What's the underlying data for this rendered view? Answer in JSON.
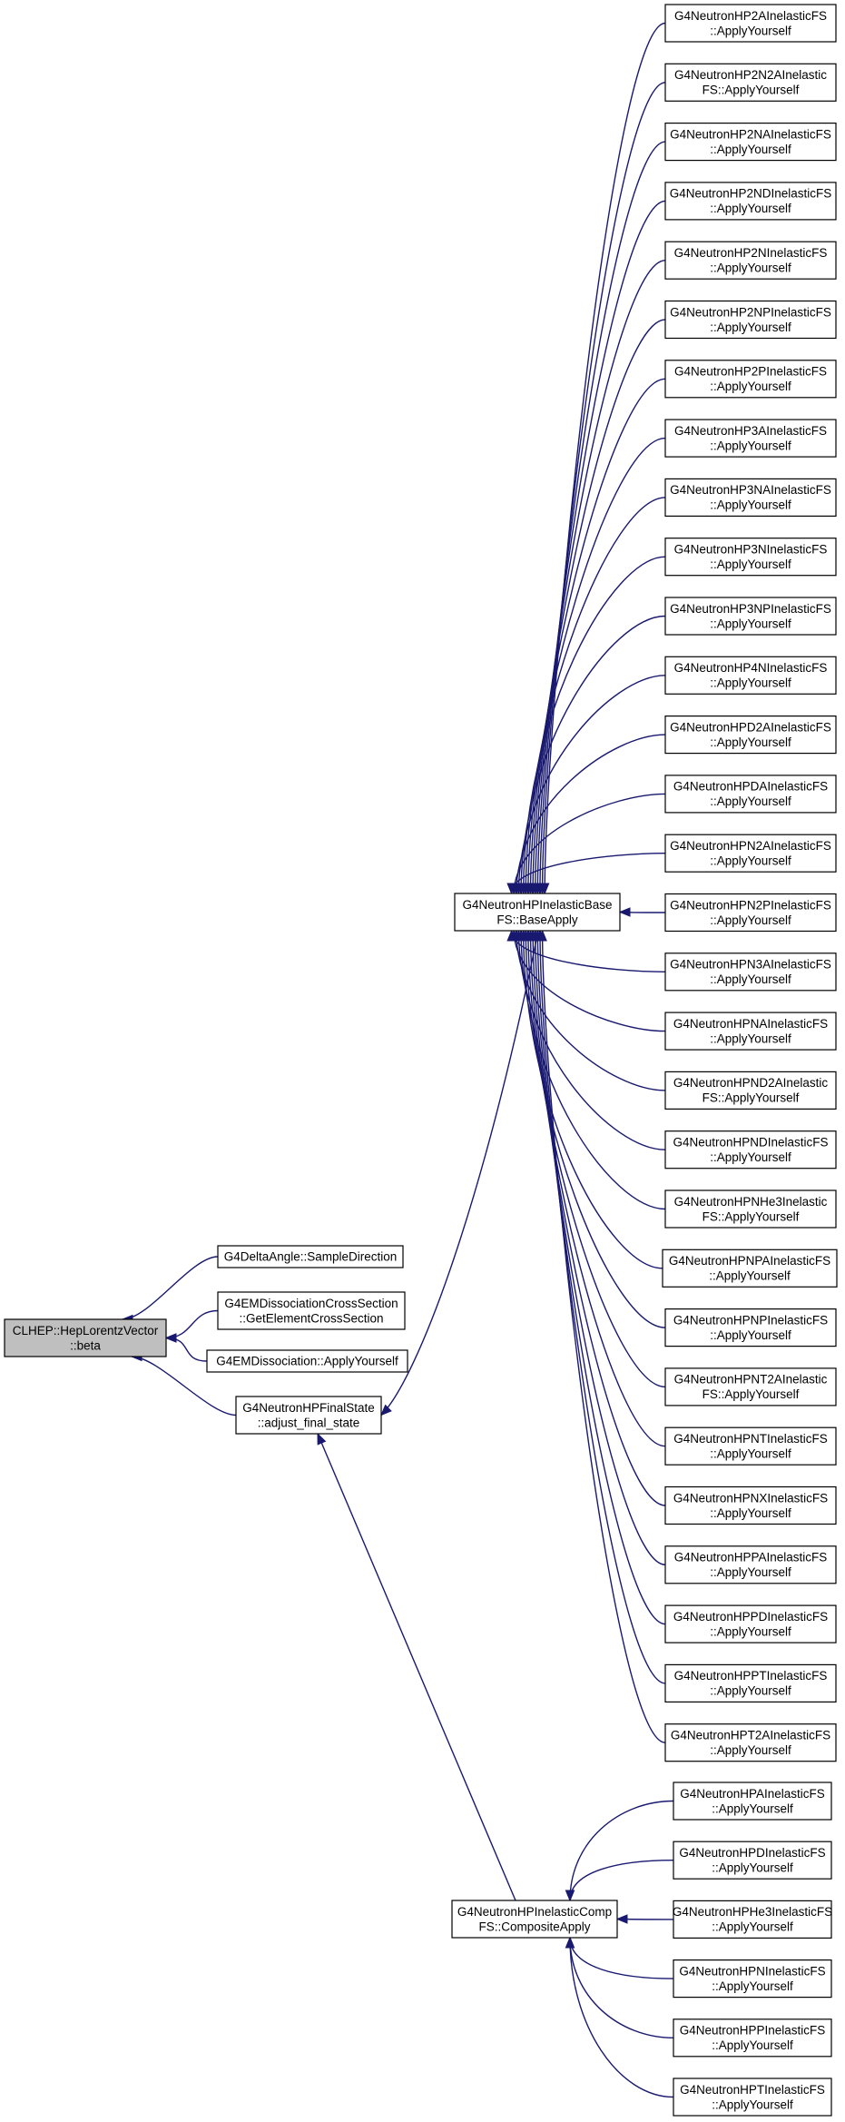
{
  "diagram": {
    "kind": "doxygen caller graph",
    "colors": {
      "edge": "#191970",
      "root_fill": "#bfbfbf",
      "node_fill": "#ffffff",
      "node_border": "#000000"
    },
    "nodes": [
      {
        "id": "root",
        "lines": [
          "CLHEP::HepLorentzVector",
          "::beta"
        ]
      },
      {
        "id": "deltaangle",
        "lines": [
          "G4DeltaAngle::SampleDirection"
        ]
      },
      {
        "id": "emdiss_cs",
        "lines": [
          "G4EMDissociationCrossSection",
          "::GetElementCrossSection"
        ]
      },
      {
        "id": "emdiss",
        "lines": [
          "G4EMDissociation::ApplyYourself"
        ]
      },
      {
        "id": "finalstate",
        "lines": [
          "G4NeutronHPFinalState",
          "::adjust_final_state"
        ]
      },
      {
        "id": "baseapply",
        "lines": [
          "G4NeutronHPInelasticBase",
          "FS::BaseApply"
        ]
      },
      {
        "id": "compapply",
        "lines": [
          "G4NeutronHPInelasticComp",
          "FS::CompositeApply"
        ]
      },
      {
        "id": "r0",
        "lines": [
          "G4NeutronHP2AInelasticFS",
          "::ApplyYourself"
        ]
      },
      {
        "id": "r1",
        "lines": [
          "G4NeutronHP2N2AInelastic",
          "FS::ApplyYourself"
        ]
      },
      {
        "id": "r2",
        "lines": [
          "G4NeutronHP2NAInelasticFS",
          "::ApplyYourself"
        ]
      },
      {
        "id": "r3",
        "lines": [
          "G4NeutronHP2NDInelasticFS",
          "::ApplyYourself"
        ]
      },
      {
        "id": "r4",
        "lines": [
          "G4NeutronHP2NInelasticFS",
          "::ApplyYourself"
        ]
      },
      {
        "id": "r5",
        "lines": [
          "G4NeutronHP2NPInelasticFS",
          "::ApplyYourself"
        ]
      },
      {
        "id": "r6",
        "lines": [
          "G4NeutronHP2PInelasticFS",
          "::ApplyYourself"
        ]
      },
      {
        "id": "r7",
        "lines": [
          "G4NeutronHP3AInelasticFS",
          "::ApplyYourself"
        ]
      },
      {
        "id": "r8",
        "lines": [
          "G4NeutronHP3NAInelasticFS",
          "::ApplyYourself"
        ]
      },
      {
        "id": "r9",
        "lines": [
          "G4NeutronHP3NInelasticFS",
          "::ApplyYourself"
        ]
      },
      {
        "id": "r10",
        "lines": [
          "G4NeutronHP3NPInelasticFS",
          "::ApplyYourself"
        ]
      },
      {
        "id": "r11",
        "lines": [
          "G4NeutronHP4NInelasticFS",
          "::ApplyYourself"
        ]
      },
      {
        "id": "r12",
        "lines": [
          "G4NeutronHPD2AInelasticFS",
          "::ApplyYourself"
        ]
      },
      {
        "id": "r13",
        "lines": [
          "G4NeutronHPDAInelasticFS",
          "::ApplyYourself"
        ]
      },
      {
        "id": "r14",
        "lines": [
          "G4NeutronHPN2AInelasticFS",
          "::ApplyYourself"
        ]
      },
      {
        "id": "r15",
        "lines": [
          "G4NeutronHPN2PInelasticFS",
          "::ApplyYourself"
        ]
      },
      {
        "id": "r16",
        "lines": [
          "G4NeutronHPN3AInelasticFS",
          "::ApplyYourself"
        ]
      },
      {
        "id": "r17",
        "lines": [
          "G4NeutronHPNAInelasticFS",
          "::ApplyYourself"
        ]
      },
      {
        "id": "r18",
        "lines": [
          "G4NeutronHPND2AInelastic",
          "FS::ApplyYourself"
        ]
      },
      {
        "id": "r19",
        "lines": [
          "G4NeutronHPNDInelasticFS",
          "::ApplyYourself"
        ]
      },
      {
        "id": "r20",
        "lines": [
          "G4NeutronHPNHe3Inelastic",
          "FS::ApplyYourself"
        ]
      },
      {
        "id": "r21",
        "lines": [
          "G4NeutronHPNPAInelasticFS",
          "::ApplyYourself"
        ]
      },
      {
        "id": "r22",
        "lines": [
          "G4NeutronHPNPInelasticFS",
          "::ApplyYourself"
        ]
      },
      {
        "id": "r23",
        "lines": [
          "G4NeutronHPNT2AInelastic",
          "FS::ApplyYourself"
        ]
      },
      {
        "id": "r24",
        "lines": [
          "G4NeutronHPNTInelasticFS",
          "::ApplyYourself"
        ]
      },
      {
        "id": "r25",
        "lines": [
          "G4NeutronHPNXInelasticFS",
          "::ApplyYourself"
        ]
      },
      {
        "id": "r26",
        "lines": [
          "G4NeutronHPPAInelasticFS",
          "::ApplyYourself"
        ]
      },
      {
        "id": "r27",
        "lines": [
          "G4NeutronHPPDInelasticFS",
          "::ApplyYourself"
        ]
      },
      {
        "id": "r28",
        "lines": [
          "G4NeutronHPPTInelasticFS",
          "::ApplyYourself"
        ]
      },
      {
        "id": "r29",
        "lines": [
          "G4NeutronHPT2AInelasticFS",
          "::ApplyYourself"
        ]
      },
      {
        "id": "c0",
        "lines": [
          "G4NeutronHPAInelasticFS",
          "::ApplyYourself"
        ]
      },
      {
        "id": "c1",
        "lines": [
          "G4NeutronHPDInelasticFS",
          "::ApplyYourself"
        ]
      },
      {
        "id": "c2",
        "lines": [
          "G4NeutronHPHe3InelasticFS",
          "::ApplyYourself"
        ]
      },
      {
        "id": "c3",
        "lines": [
          "G4NeutronHPNInelasticFS",
          "::ApplyYourself"
        ]
      },
      {
        "id": "c4",
        "lines": [
          "G4NeutronHPPInelasticFS",
          "::ApplyYourself"
        ]
      },
      {
        "id": "c5",
        "lines": [
          "G4NeutronHPTInelasticFS",
          "::ApplyYourself"
        ]
      }
    ],
    "edges": [
      {
        "from": "deltaangle",
        "to": "root"
      },
      {
        "from": "emdiss_cs",
        "to": "root"
      },
      {
        "from": "emdiss",
        "to": "root"
      },
      {
        "from": "finalstate",
        "to": "root"
      },
      {
        "from": "baseapply",
        "to": "finalstate"
      },
      {
        "from": "compapply",
        "to": "finalstate"
      },
      {
        "from": "r0",
        "to": "baseapply"
      },
      {
        "from": "r1",
        "to": "baseapply"
      },
      {
        "from": "r2",
        "to": "baseapply"
      },
      {
        "from": "r3",
        "to": "baseapply"
      },
      {
        "from": "r4",
        "to": "baseapply"
      },
      {
        "from": "r5",
        "to": "baseapply"
      },
      {
        "from": "r6",
        "to": "baseapply"
      },
      {
        "from": "r7",
        "to": "baseapply"
      },
      {
        "from": "r8",
        "to": "baseapply"
      },
      {
        "from": "r9",
        "to": "baseapply"
      },
      {
        "from": "r10",
        "to": "baseapply"
      },
      {
        "from": "r11",
        "to": "baseapply"
      },
      {
        "from": "r12",
        "to": "baseapply"
      },
      {
        "from": "r13",
        "to": "baseapply"
      },
      {
        "from": "r14",
        "to": "baseapply"
      },
      {
        "from": "r15",
        "to": "baseapply"
      },
      {
        "from": "r16",
        "to": "baseapply"
      },
      {
        "from": "r17",
        "to": "baseapply"
      },
      {
        "from": "r18",
        "to": "baseapply"
      },
      {
        "from": "r19",
        "to": "baseapply"
      },
      {
        "from": "r20",
        "to": "baseapply"
      },
      {
        "from": "r21",
        "to": "baseapply"
      },
      {
        "from": "r22",
        "to": "baseapply"
      },
      {
        "from": "r23",
        "to": "baseapply"
      },
      {
        "from": "r24",
        "to": "baseapply"
      },
      {
        "from": "r25",
        "to": "baseapply"
      },
      {
        "from": "r26",
        "to": "baseapply"
      },
      {
        "from": "r27",
        "to": "baseapply"
      },
      {
        "from": "r28",
        "to": "baseapply"
      },
      {
        "from": "r29",
        "to": "baseapply"
      },
      {
        "from": "c0",
        "to": "compapply"
      },
      {
        "from": "c1",
        "to": "compapply"
      },
      {
        "from": "c2",
        "to": "compapply"
      },
      {
        "from": "c3",
        "to": "compapply"
      },
      {
        "from": "c4",
        "to": "compapply"
      },
      {
        "from": "c5",
        "to": "compapply"
      }
    ]
  }
}
